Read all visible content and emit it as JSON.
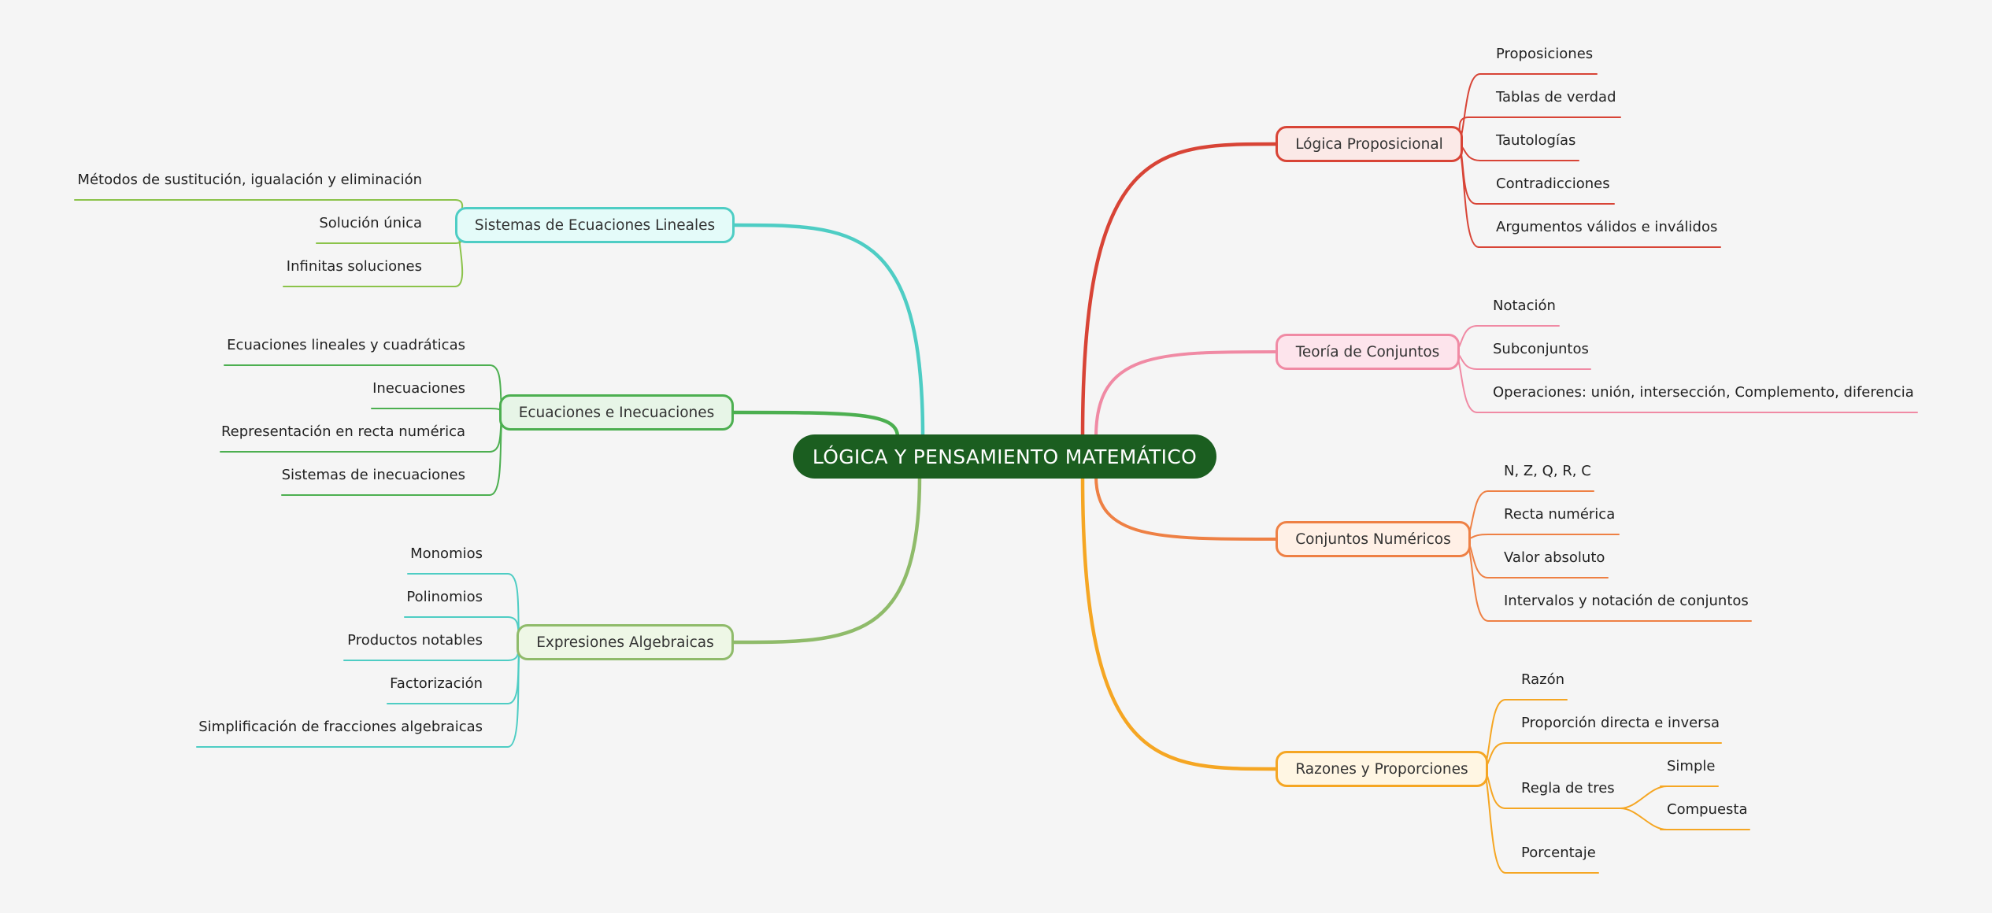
{
  "root": {
    "label": "LÓGICA Y PENSAMIENTO MATEMÁTICO",
    "color": "#1b5e20"
  },
  "branches": [
    {
      "id": "logica",
      "label": "Lógica Proposicional",
      "color": "#d84436",
      "fill": "#fbe9e7",
      "children": [
        {
          "label": "Proposiciones"
        },
        {
          "label": "Tablas de verdad"
        },
        {
          "label": "Tautologías"
        },
        {
          "label": "Contradicciones"
        },
        {
          "label": "Argumentos válidos e inválidos"
        }
      ]
    },
    {
      "id": "conjuntos",
      "label": "Teoría de Conjuntos",
      "color": "#f08aa4",
      "fill": "#fde4ec",
      "children": [
        {
          "label": "Notación"
        },
        {
          "label": "Subconjuntos"
        },
        {
          "label": "Operaciones: unión, intersección, Complemento, diferencia"
        }
      ]
    },
    {
      "id": "numericos",
      "label": "Conjuntos Numéricos",
      "color": "#ee8044",
      "fill": "#fff0e6",
      "children": [
        {
          "label": "N, Z, Q, R, C"
        },
        {
          "label": "Recta numérica"
        },
        {
          "label": "Valor absoluto"
        },
        {
          "label": "Intervalos y notación de conjuntos"
        }
      ]
    },
    {
      "id": "razones",
      "label": "Razones y Proporciones",
      "color": "#f5a623",
      "fill": "#fff6e3",
      "children": [
        {
          "label": "Razón"
        },
        {
          "label": "Proporción directa e inversa"
        },
        {
          "label": "Regla de tres",
          "children": [
            {
              "label": "Simple"
            },
            {
              "label": "Compuesta"
            }
          ]
        },
        {
          "label": "Porcentaje"
        }
      ]
    },
    {
      "id": "sistemas",
      "label": "Sistemas de Ecuaciones Lineales",
      "color": "#4ecdc4",
      "fill": "#e4fbf9",
      "leafColor": "#8bc34a",
      "children": [
        {
          "label": "Métodos de sustitución, igualación y eliminación"
        },
        {
          "label": "Solución única"
        },
        {
          "label": "Infinitas soluciones"
        }
      ]
    },
    {
      "id": "ecuaciones",
      "label": "Ecuaciones e Inecuaciones",
      "color": "#4caf50",
      "fill": "#e7f5e7",
      "children": [
        {
          "label": "Ecuaciones lineales y cuadráticas"
        },
        {
          "label": "Inecuaciones"
        },
        {
          "label": "Representación en recta numérica"
        },
        {
          "label": "Sistemas de inecuaciones"
        }
      ]
    },
    {
      "id": "expresiones",
      "label": "Expresiones Algebraicas",
      "color": "#8fbb6a",
      "fill": "#eef7e6",
      "leafColor": "#4ecdc4",
      "children": [
        {
          "label": "Monomios"
        },
        {
          "label": "Polinomios"
        },
        {
          "label": "Productos notables"
        },
        {
          "label": "Factorización"
        },
        {
          "label": "Simplificación de fracciones algebraicas"
        }
      ]
    }
  ]
}
